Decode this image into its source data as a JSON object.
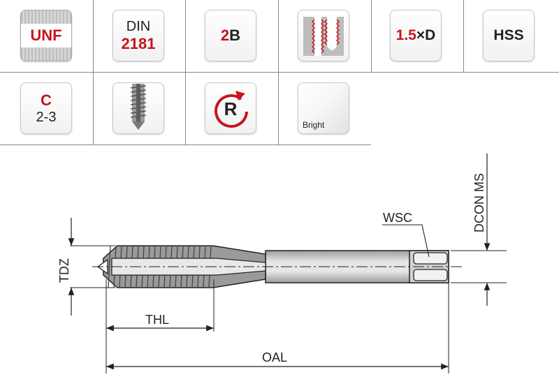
{
  "tiles": {
    "thread_standard": {
      "label": "UNF",
      "color": "#c4161c"
    },
    "din": {
      "top": "DIN",
      "number": "2181"
    },
    "tolerance": {
      "num": "2",
      "letter": "B"
    },
    "thread_depth_ratio": {
      "num": "1.5",
      "sep": "×",
      "letter": "D"
    },
    "material": {
      "label": "HSS"
    },
    "chamfer": {
      "letter": "C",
      "range": "2-3"
    },
    "rotation": {
      "letter": "R"
    },
    "coating": {
      "label": "Bright"
    }
  },
  "icons": {
    "thread_profile": "thread-profile-icon",
    "tap_shape": "tap-shape-icon",
    "right_hand": "right-hand-rotation-icon",
    "surface": "bright-finish-icon"
  },
  "dimensions": {
    "tdz": "TDZ",
    "thl": "THL",
    "oal": "OAL",
    "wsc": "WSC",
    "dcon": "DCON MS"
  },
  "colors": {
    "accent": "#c4161c",
    "line": "#222222",
    "body": "#d0d0d0"
  }
}
